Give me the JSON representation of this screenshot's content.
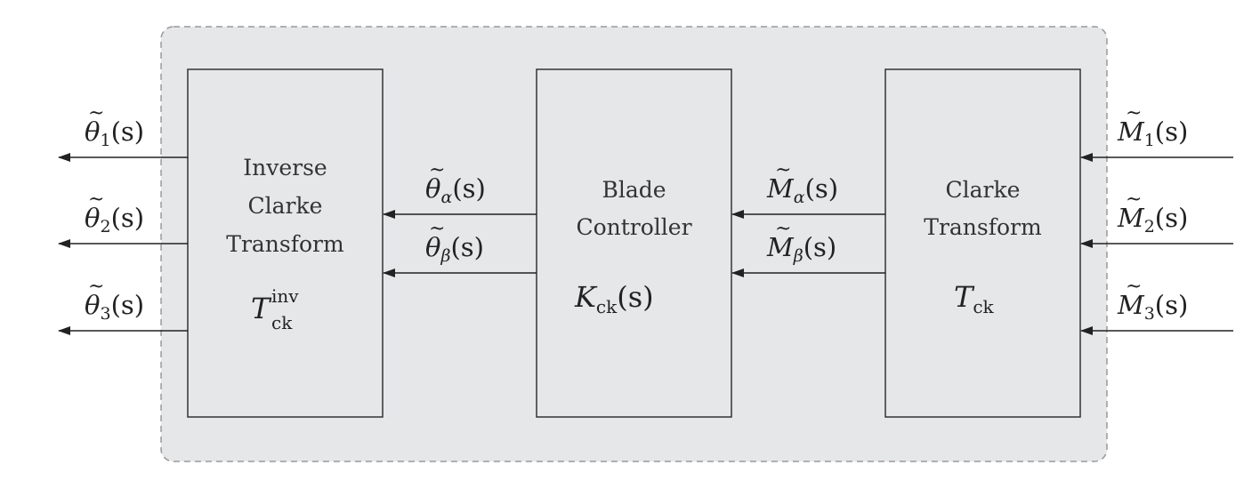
{
  "diagram": {
    "colors": {
      "panel_fill": "#e6e7e9",
      "panel_border": "#9a9a9a",
      "box_fill": "#e6e7e9",
      "box_border": "#333333",
      "arrow": "#222222"
    },
    "blocks": {
      "inverse": {
        "line1": "Inverse",
        "line2": "Clarke",
        "line3": "Transform",
        "sym_base": "T",
        "sym_sup": "inv",
        "sym_sub": "ck"
      },
      "controller": {
        "line1": "Blade",
        "line2": "Controller",
        "sym_base": "K",
        "sym_sub": "ck",
        "sym_arg": "(s)"
      },
      "clarke": {
        "line1": "Clarke",
        "line2": "Transform",
        "sym_base": "T",
        "sym_sub": "ck"
      }
    },
    "signals": {
      "theta1": {
        "base": "θ",
        "sub": "1",
        "arg": "(s)"
      },
      "theta2": {
        "base": "θ",
        "sub": "2",
        "arg": "(s)"
      },
      "theta3": {
        "base": "θ",
        "sub": "3",
        "arg": "(s)"
      },
      "theta_alpha": {
        "base": "θ",
        "sub": "α",
        "arg": "(s)"
      },
      "theta_beta": {
        "base": "θ",
        "sub": "β",
        "arg": "(s)"
      },
      "m_alpha": {
        "base": "M",
        "sub": "α",
        "arg": "(s)"
      },
      "m_beta": {
        "base": "M",
        "sub": "β",
        "arg": "(s)"
      },
      "m1": {
        "base": "M",
        "sub": "1",
        "arg": "(s)"
      },
      "m2": {
        "base": "M",
        "sub": "2",
        "arg": "(s)"
      },
      "m3": {
        "base": "M",
        "sub": "3",
        "arg": "(s)"
      }
    }
  }
}
